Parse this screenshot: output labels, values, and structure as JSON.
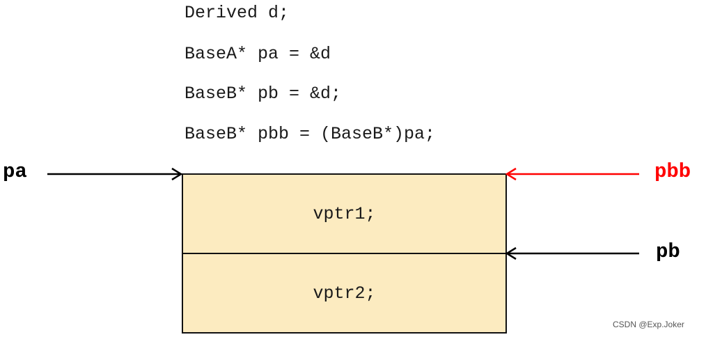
{
  "code": {
    "lines": [
      "Derived d;",
      "BaseA* pa = &d",
      "BaseB* pb = &d;",
      "BaseB* pbb = (BaseB*)pa;"
    ]
  },
  "memory": {
    "slots": [
      "vptr1;",
      "vptr2;"
    ]
  },
  "pointers": {
    "pa": {
      "label": "pa",
      "color": "#000000"
    },
    "pbb": {
      "label": "pbb",
      "color": "#ff0000"
    },
    "pb": {
      "label": "pb",
      "color": "#000000"
    }
  },
  "colors": {
    "box_fill": "#fcebc0",
    "border": "#111111",
    "highlight": "#ff0000"
  },
  "watermark": "CSDN @Exp.Joker"
}
